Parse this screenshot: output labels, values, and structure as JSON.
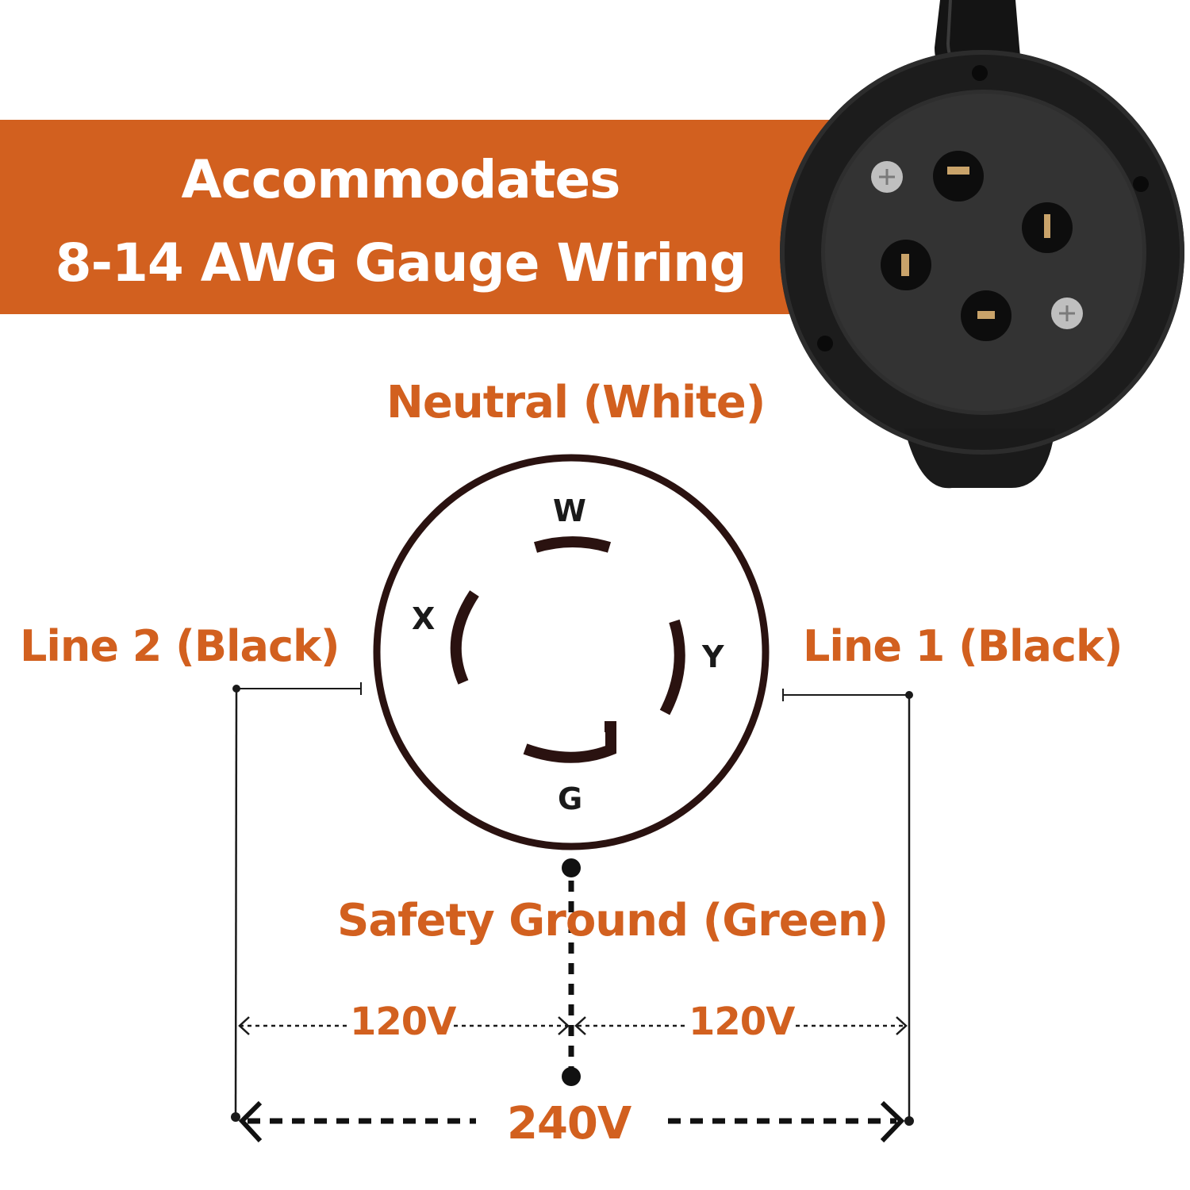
{
  "banner": {
    "line1": "Accommodates",
    "line2": "8-14 AWG Gauge Wiring",
    "color": "#d2601f"
  },
  "product_photo": {
    "icon": "twist-lock-receptacle-photo"
  },
  "diagram": {
    "neutral_label": "Neutral (White)",
    "line2_label": "Line 2 (Black)",
    "line1_label": "Line 1 (Black)",
    "ground_label": "Safety Ground (Green)",
    "pins": {
      "w": "W",
      "x": "X",
      "y": "Y",
      "g": "G"
    },
    "voltage_left": "120V",
    "voltage_right": "120V",
    "voltage_total": "240V",
    "label_color": "#d2601f",
    "line_color": "#2a1210"
  }
}
